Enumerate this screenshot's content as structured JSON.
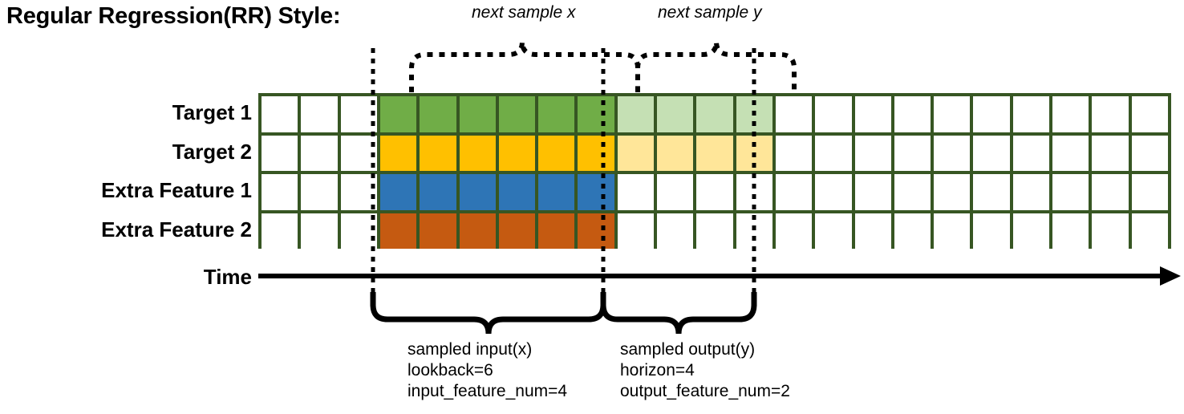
{
  "title": "Regular Regression(RR) Style:",
  "colors": {
    "grid_border": "#375623",
    "target1": "#70AD47",
    "target1_light": "#C5E0B4",
    "target2": "#FFC000",
    "target2_light": "#FFE699",
    "extra1": "#2E75B6",
    "extra2": "#C55A11",
    "empty": "#FFFFFF",
    "ink": "#000000"
  },
  "grid": {
    "columns": 23,
    "input_start_col": 4,
    "input_end_col": 9,
    "output_start_col": 10,
    "output_end_col": 13,
    "rows": [
      {
        "label": "Target 1",
        "fill": "#70AD47",
        "fill_light": "#C5E0B4",
        "has_output": true
      },
      {
        "label": "Target 2",
        "fill": "#FFC000",
        "fill_light": "#FFE699",
        "has_output": true
      },
      {
        "label": "Extra Feature 1",
        "fill": "#2E75B6",
        "fill_light": null,
        "has_output": false
      },
      {
        "label": "Extra Feature 2",
        "fill": "#C55A11",
        "fill_light": null,
        "has_output": false
      }
    ]
  },
  "top_annotations": [
    {
      "text": "next sample x"
    },
    {
      "text": "next sample y"
    }
  ],
  "axis": {
    "label": "Time"
  },
  "bottom_annotations": [
    {
      "lines": [
        "sampled input(x)",
        "lookback=6",
        "input_feature_num=4"
      ]
    },
    {
      "lines": [
        "sampled output(y)",
        "horizon=4",
        "output_feature_num=2"
      ]
    }
  ]
}
